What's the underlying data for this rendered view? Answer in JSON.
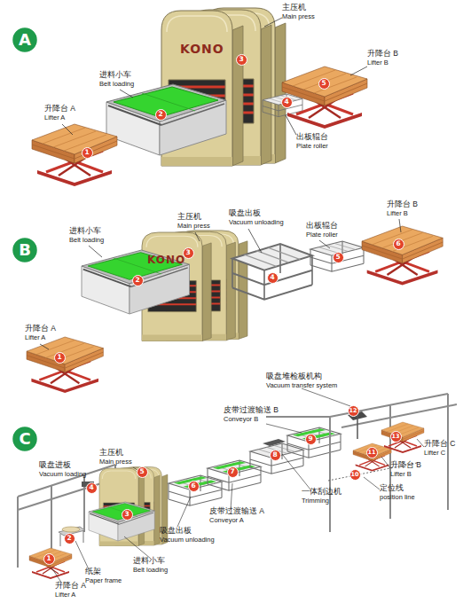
{
  "diagram": {
    "nodes": [
      {
        "text": [
          "A"
        ]
      },
      {
        "text": [
          "1"
        ]
      },
      {
        "text": [
          "2"
        ]
      },
      {
        "text": [
          "3"
        ]
      },
      {
        "text": [
          "4"
        ]
      },
      {
        "text": [
          "5"
        ]
      },
      {
        "text": [
          "B"
        ]
      },
      {
        "text": [
          "1"
        ]
      },
      {
        "text": [
          "2"
        ]
      },
      {
        "text": [
          "3"
        ]
      },
      {
        "text": [
          "4"
        ]
      },
      {
        "text": [
          "5"
        ]
      },
      {
        "text": [
          "6"
        ]
      },
      {
        "text": [
          "C"
        ]
      },
      {
        "text": [
          "1"
        ]
      },
      {
        "text": [
          "2"
        ]
      },
      {
        "text": [
          "3"
        ]
      },
      {
        "text": [
          "4"
        ]
      },
      {
        "text": [
          "5"
        ]
      },
      {
        "text": [
          "6"
        ]
      },
      {
        "text": [
          "7"
        ]
      },
      {
        "text": [
          "8"
        ]
      },
      {
        "text": [
          "9"
        ]
      },
      {
        "text": [
          "10"
        ]
      },
      {
        "text": [
          "11"
        ]
      },
      {
        "text": [
          "12"
        ]
      },
      {
        "text": [
          "13"
        ]
      }
    ],
    "labels": [
      "主压机",
      "Main press",
      "KONO",
      "进料小车",
      "Belt loading",
      "升降台 B",
      "Lifter B",
      "升降台 A",
      "Lifter A",
      "出板辊台",
      "Plate roller",
      "主压机",
      "Main press",
      "吸盘出板",
      "Vacuum unloading",
      "出板辊台",
      "Plate roller",
      "升降台 B",
      "Lifter B",
      "KONO",
      "进料小车",
      "Belt loading",
      "升降台 A",
      "Lifter A",
      "吸盘堆检板机构",
      "Vacuum transfer system",
      "皮带过渡输送 B",
      "Conveyor B",
      "主压机",
      "Main press",
      "吸盘进板",
      "Vacuum loading",
      "升降台 C",
      "Lifter C",
      "升降台 B",
      "Lifter B",
      "定位线",
      "position line",
      "一体刮边机",
      "Trimming",
      "皮带过渡输送 A",
      "Conveyor A",
      "吸盘出板",
      "Vacuum unloading",
      "进料小车",
      "Belt loading",
      "纸架",
      "Paper frame",
      "升降台 A",
      "Lifter A"
    ]
  }
}
